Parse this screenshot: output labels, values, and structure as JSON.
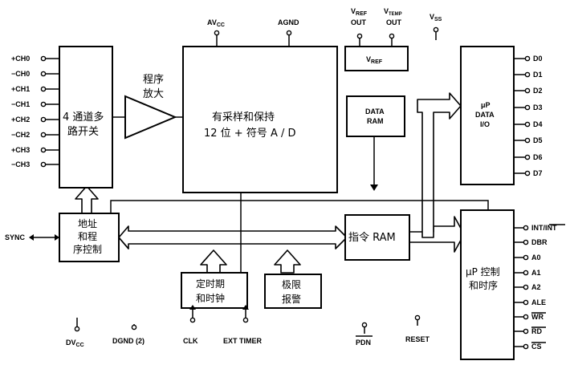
{
  "blocks": {
    "mux": [
      "4 通道多",
      "路开关"
    ],
    "pga": [
      "程序",
      "放大"
    ],
    "adc": [
      "有采样和保持",
      "12 位 + 符号 A / D"
    ],
    "vref": "V",
    "vref_sub": "REF",
    "data_ram": [
      "DATA",
      "RAM"
    ],
    "io": [
      "μP",
      "DATA",
      "I/O"
    ],
    "addr_ctrl": [
      "地址",
      "和程",
      "序控制"
    ],
    "instr_ram": "指令 RAM",
    "timer": [
      "定时期",
      "和时钟"
    ],
    "alarm": [
      "极限",
      "报警"
    ],
    "up_ctrl": [
      "μP 控制",
      "和时序"
    ]
  },
  "top_pins": {
    "avcc": "AV",
    "avcc_sub": "CC",
    "agnd": "AGND",
    "vref_out_1": "V",
    "vref_out_sub": "REF",
    "vref_out_2": "OUT",
    "vtemp_out_1": "V",
    "vtemp_out_sub": "TEMP",
    "vtemp_out_2": "OUT",
    "vss": "V",
    "vss_sub": "SS"
  },
  "channels": [
    "+CH0",
    "−CH0",
    "+CH1",
    "−CH1",
    "+CH2",
    "−CH2",
    "+CH3",
    "−CH3"
  ],
  "data_pins": [
    "D0",
    "D1",
    "D2",
    "D3",
    "D4",
    "D5",
    "D6",
    "D7"
  ],
  "ctrl_pins": [
    "INT/INT",
    "DBR",
    "A0",
    "A1",
    "A2",
    "ALE",
    "WR",
    "RD",
    "CS"
  ],
  "sync": "SYNC",
  "bottom_pins": {
    "dvcc": "DV",
    "dvcc_sub": "CC",
    "dgnd": "DGND (2)",
    "clk": "CLK",
    "ext_timer": "EXT TIMER",
    "pdn": "PDN",
    "reset": "RESET"
  }
}
